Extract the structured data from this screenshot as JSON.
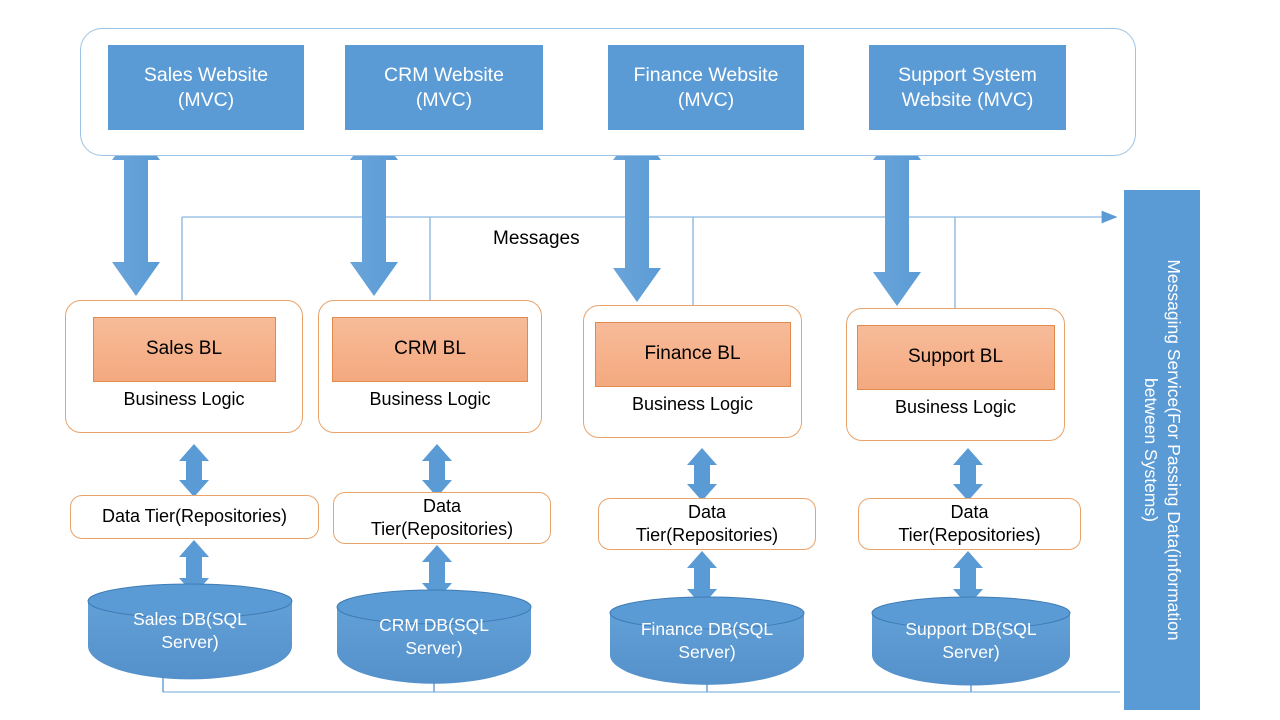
{
  "diagram": {
    "title": "Multi-system layered architecture with messaging service",
    "colors": {
      "blue_fill": "#5B9BD5",
      "blue_border_light": "#9DC3E6",
      "salmon_fill": "#F4A97F",
      "orange_border": "#E8A36A",
      "connector_line": "#9DC3E6",
      "text_white": "#FFFFFF",
      "text_black": "#000000"
    }
  },
  "presentation_tier": {
    "container_name": "presentation-tier-group",
    "websites": [
      {
        "label": "Sales Website\n(MVC)",
        "line1": "Sales Website",
        "line2": "(MVC)"
      },
      {
        "label": "CRM Website\n(MVC)",
        "line1": "CRM Website",
        "line2": "(MVC)"
      },
      {
        "label": "Finance Website\n(MVC)",
        "line1": "Finance Website",
        "line2": "(MVC)"
      },
      {
        "label": "Support System\nWebsite (MVC)",
        "line1": "Support System",
        "line2": "Website (MVC)"
      }
    ]
  },
  "business_logic_tier": {
    "caption": "Business Logic",
    "modules": [
      {
        "name": "Sales BL"
      },
      {
        "name": "CRM BL"
      },
      {
        "name": "Finance BL"
      },
      {
        "name": "Support BL"
      }
    ]
  },
  "data_tier": {
    "boxes": [
      {
        "label": "Data Tier(Repositories)",
        "line1": "Data Tier(Repositories)",
        "line2": ""
      },
      {
        "label": "Data Tier(Repositories)",
        "line1": "Data",
        "line2": "Tier(Repositories)"
      },
      {
        "label": "Data Tier(Repositories)",
        "line1": "Data",
        "line2": "Tier(Repositories)"
      },
      {
        "label": "Data Tier(Repositories)",
        "line1": "Data",
        "line2": "Tier(Repositories)"
      }
    ]
  },
  "database_tier": {
    "databases": [
      {
        "label": "Sales DB(SQL Server)",
        "line1": "Sales DB(SQL",
        "line2": "Server)"
      },
      {
        "label": "CRM DB(SQL Server)",
        "line1": "CRM DB(SQL",
        "line2": "Server)"
      },
      {
        "label": "Finance DB(SQL Server)",
        "line1": "Finance DB(SQL",
        "line2": "Server)"
      },
      {
        "label": "Support DB(SQL Server)",
        "line1": "Support DB(SQL",
        "line2": "Server)"
      }
    ]
  },
  "messaging_service": {
    "label": "Messaging Service(For Passing Data(information between Systems)",
    "line1": "Messaging Service(For Passing Data(information",
    "line2": "between Systems)"
  },
  "annotations": {
    "messages_label": "Messages"
  }
}
